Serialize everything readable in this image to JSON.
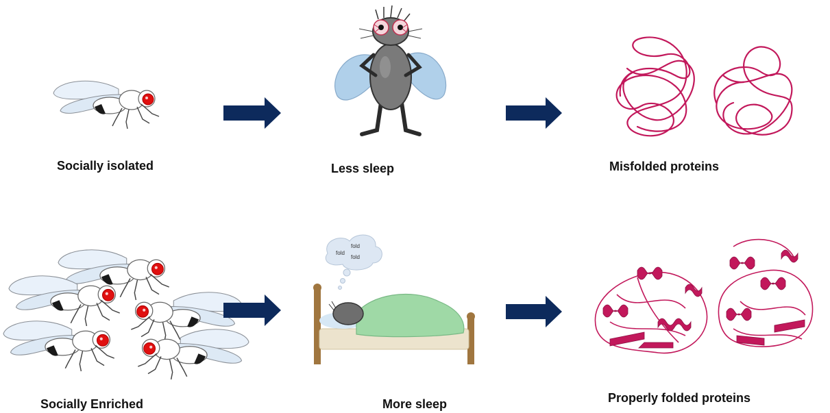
{
  "colors": {
    "arrow": "#0d2a5c",
    "protein": "#c2185b",
    "fly_eye": "#e01010",
    "wing": "#a8cbe8",
    "blanket": "#9fd9a6",
    "bed_wood": "#a0763f"
  },
  "rows": [
    {
      "stages": [
        {
          "label": "Socially isolated",
          "icon": "single-fly-icon"
        },
        {
          "label": "Less sleep",
          "icon": "sleepless-fly-icon"
        },
        {
          "label": "Misfolded proteins",
          "icon": "misfolded-protein-icon"
        }
      ]
    },
    {
      "stages": [
        {
          "label": "Socially Enriched",
          "icon": "fly-group-icon"
        },
        {
          "label": "More sleep",
          "icon": "sleeping-fly-in-bed-icon"
        },
        {
          "label": "Properly folded proteins",
          "icon": "folded-protein-icon"
        }
      ]
    }
  ],
  "dream_bubble": {
    "words": [
      "fold",
      "fold",
      "fold"
    ]
  }
}
